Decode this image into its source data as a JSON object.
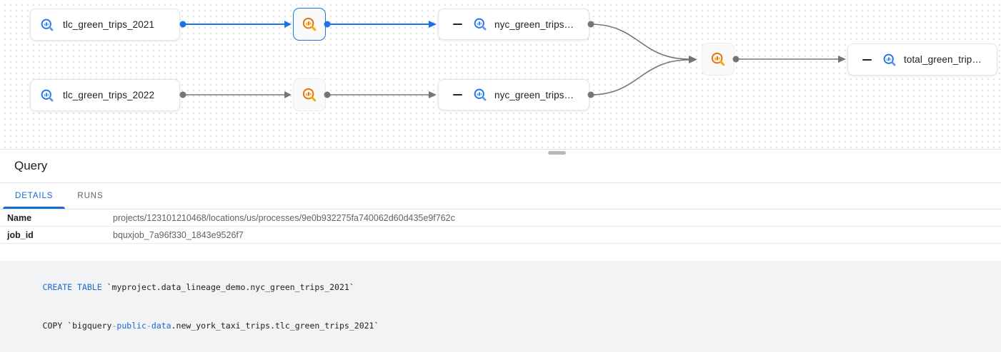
{
  "graph": {
    "nodes": {
      "source1": {
        "label": "tlc_green_trips_2021",
        "icon": "bigquery-icon"
      },
      "source2": {
        "label": "tlc_green_trips_2022",
        "icon": "bigquery-icon"
      },
      "process1": {
        "icon": "bigquery-process-icon",
        "selected": true
      },
      "process2": {
        "icon": "bigquery-process-icon",
        "selected": false
      },
      "process3": {
        "icon": "bigquery-process-icon",
        "selected": false
      },
      "target1": {
        "label": "nyc_green_trips…",
        "icon": "bigquery-icon",
        "collapse_icon": "minus"
      },
      "target2": {
        "label": "nyc_green_trips…",
        "icon": "bigquery-icon",
        "collapse_icon": "minus"
      },
      "final": {
        "label": "total_green_trip…",
        "icon": "bigquery-icon",
        "collapse_icon": "minus"
      }
    }
  },
  "panel": {
    "title": "Query",
    "tabs": [
      {
        "label": "DETAILS",
        "active": true
      },
      {
        "label": "RUNS",
        "active": false
      }
    ],
    "details": {
      "rows": [
        {
          "label": "Name",
          "value": "projects/123101210468/locations/us/processes/9e0b932275fa740062d60d435e9f762c"
        },
        {
          "label": "job_id",
          "value": "bquxjob_7a96f330_1843e9526f7"
        }
      ]
    },
    "code": {
      "line1": {
        "keyword": "CREATE TABLE",
        "rest": " `myproject.data_lineage_demo.nyc_green_trips_2021`"
      },
      "line2": {
        "start": "COPY `bigquery",
        "sep1": "-",
        "kw1": "public",
        "sep2": "-",
        "kw2": "data",
        "rest": ".new_york_taxi_trips.tlc_green_trips_2021`"
      }
    }
  },
  "colors": {
    "accent_blue": "#1a73e8",
    "tab_active_blue": "#1967d2",
    "process_orange": "#e8710a",
    "orange_light": "#f9ab00",
    "edge_gray": "#757575",
    "keyword_blue": "#1967d2"
  }
}
